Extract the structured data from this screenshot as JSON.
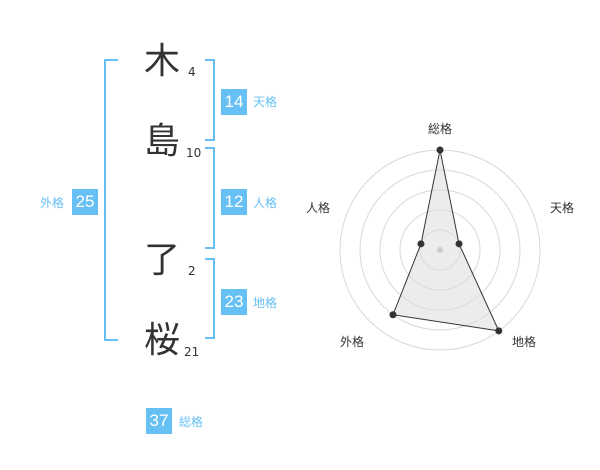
{
  "name_characters": [
    {
      "char": "木",
      "strokes": "4"
    },
    {
      "char": "島",
      "strokes": "10"
    },
    {
      "char": "了",
      "strokes": "2"
    },
    {
      "char": "桜",
      "strokes": "21"
    }
  ],
  "fortunes": {
    "tenkaku": {
      "value": "14",
      "label": "天格"
    },
    "jinkaku": {
      "value": "12",
      "label": "人格"
    },
    "chikaku": {
      "value": "23",
      "label": "地格"
    },
    "gaikaku": {
      "value": "25",
      "label": "外格"
    },
    "soukaku": {
      "value": "37",
      "label": "総格"
    }
  },
  "colors": {
    "accent": "#66c0f4",
    "text": "#333333"
  },
  "chart_data": {
    "type": "radar",
    "axes": [
      "総格",
      "天格",
      "地格",
      "外格",
      "人格"
    ],
    "values": [
      5,
      1,
      5,
      4,
      1
    ],
    "rlim": [
      0,
      5
    ],
    "grid": true
  }
}
